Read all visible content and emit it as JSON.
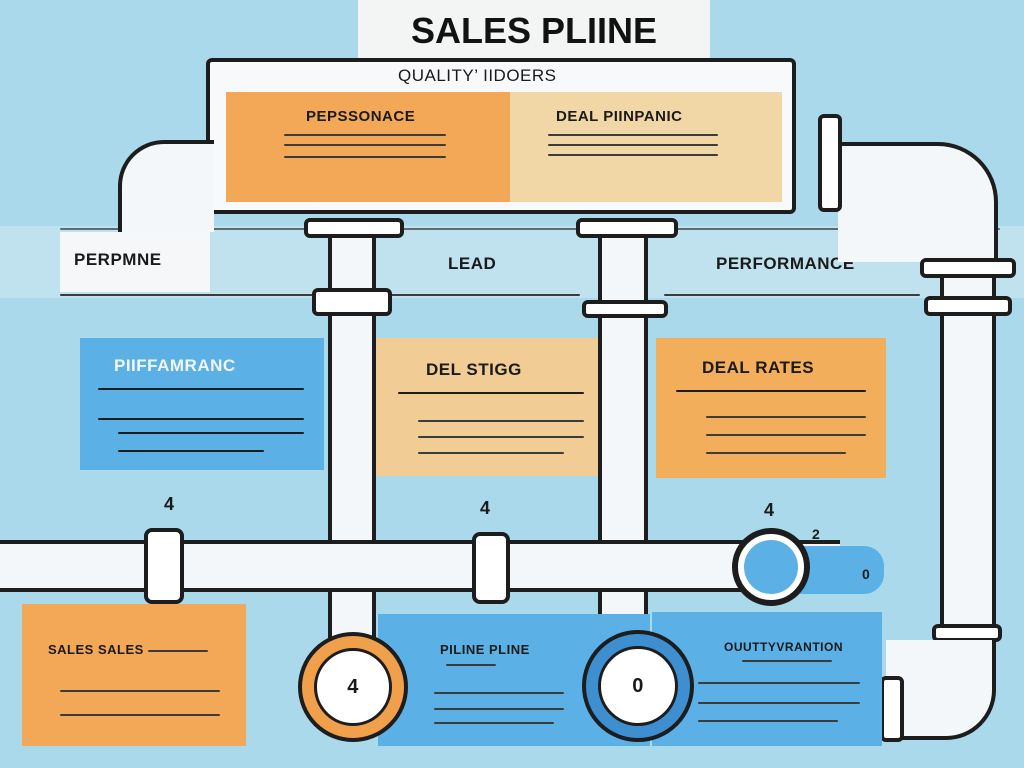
{
  "title": "SALES PLIINE",
  "subtitle": "QUALITY’ IIDOERS",
  "top_panel": {
    "left_header": "PEPSSONACE",
    "right_header": "DEAL PIINPANIC"
  },
  "band": {
    "left": "PERPMNE",
    "center": "LEAD",
    "right": "PERFORMANCE"
  },
  "mid_panels": [
    {
      "header": "PIIFFAMRANC",
      "color": "#5bb0e6"
    },
    {
      "header": "DEL STIGG",
      "color": "#f1c98a"
    },
    {
      "header": "DEAL RATES",
      "color": "#f2ae5a"
    }
  ],
  "markers": [
    "4",
    "4",
    "4",
    "2",
    "0"
  ],
  "bottom": {
    "left_header": "SALES SALES",
    "center_header": "PILINE PLINE",
    "right_header": "OUUTTYVRANTION"
  },
  "gauges": [
    {
      "value": "4",
      "ring_color": "#f0a04b"
    },
    {
      "value": "0",
      "ring_color": "#3d8fd0"
    }
  ],
  "colors": {
    "background": "#a9d9ea",
    "orange": "#f2a856",
    "blue": "#5bb0e6",
    "tan": "#f1cc95"
  }
}
